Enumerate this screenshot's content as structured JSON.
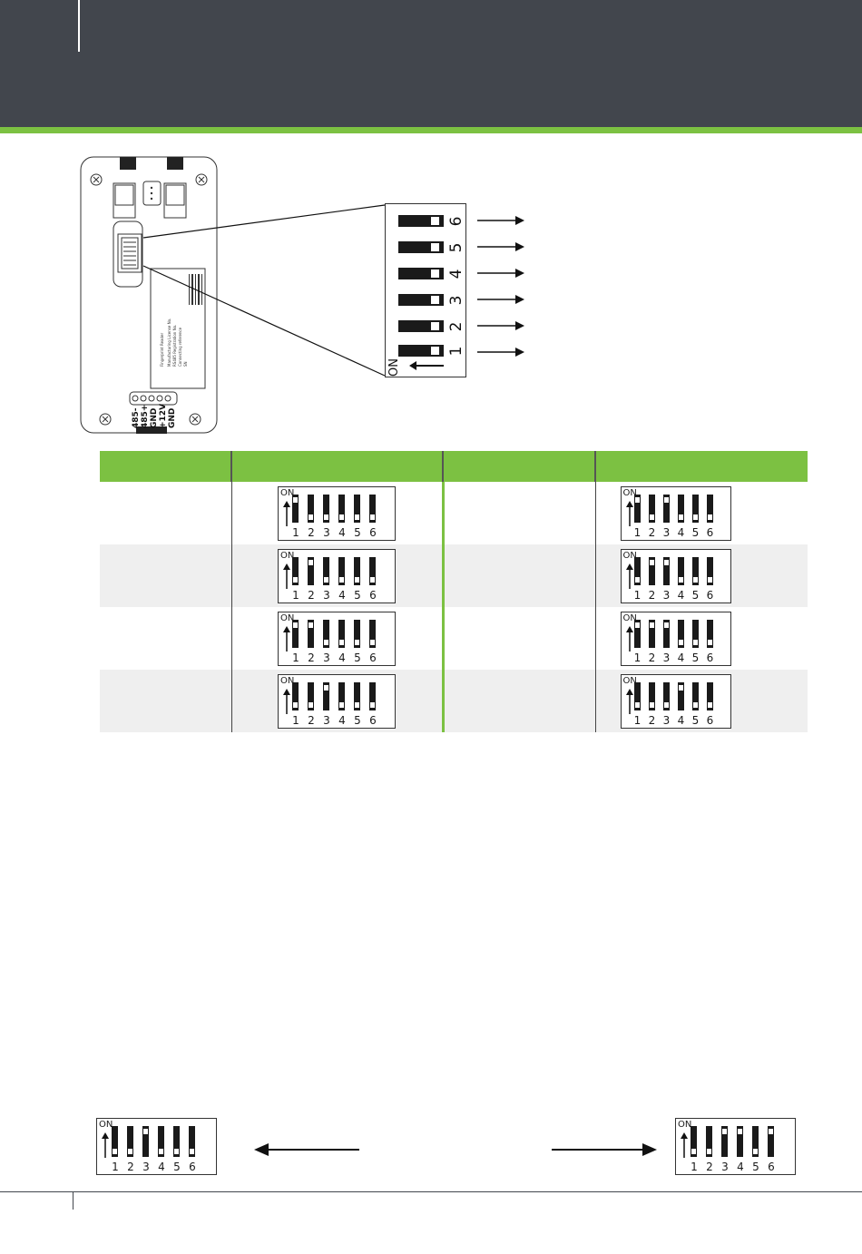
{
  "device": {
    "terminals": [
      "485-",
      "485+",
      "GND",
      "+12V",
      "GND"
    ],
    "label_lines": [
      "Fingerprint Reader",
      "Manufacturing License No.",
      "RS485 Registration No.",
      "Connecting reference",
      "SN"
    ]
  },
  "callout_dip": {
    "on_label": "ON",
    "switches": [
      "6",
      "5",
      "4",
      "3",
      "2",
      "1"
    ]
  },
  "table": {
    "headers": [
      "",
      "",
      "",
      ""
    ],
    "rows": [
      {
        "label": "",
        "left": [
          true,
          false,
          false,
          false,
          false,
          false
        ],
        "mid": "",
        "right": [
          true,
          false,
          true,
          false,
          false,
          false
        ]
      },
      {
        "label": "",
        "left": [
          false,
          true,
          false,
          false,
          false,
          false
        ],
        "mid": "",
        "right": [
          false,
          true,
          true,
          false,
          false,
          false
        ]
      },
      {
        "label": "",
        "left": [
          true,
          true,
          false,
          false,
          false,
          false
        ],
        "mid": "",
        "right": [
          true,
          true,
          true,
          false,
          false,
          false
        ]
      },
      {
        "label": "",
        "left": [
          false,
          false,
          true,
          false,
          false,
          false
        ],
        "mid": "",
        "right": [
          false,
          false,
          false,
          true,
          false,
          false
        ]
      }
    ]
  },
  "bottom": {
    "left_dip": [
      false,
      false,
      true,
      false,
      false,
      false
    ],
    "right_dip": [
      false,
      false,
      true,
      true,
      false,
      true
    ]
  },
  "dip_common": {
    "on_label": "ON",
    "numbers": [
      "1",
      "2",
      "3",
      "4",
      "5",
      "6"
    ]
  }
}
